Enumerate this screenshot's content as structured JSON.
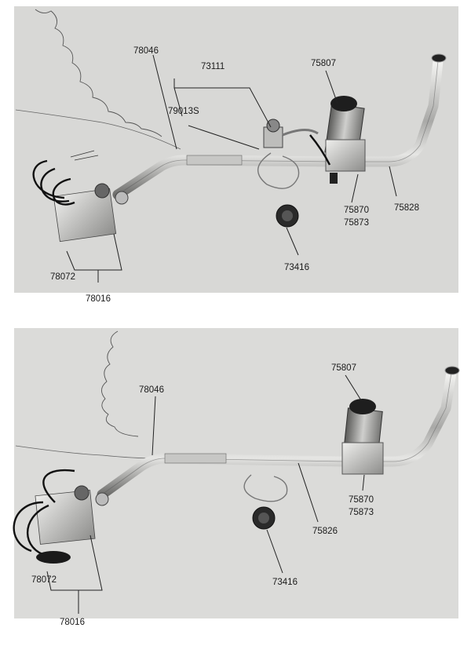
{
  "figure_top": {
    "labels": {
      "l78046": "78046",
      "l73111": "73111",
      "l75807": "75807",
      "l79013S": "79013S",
      "l75870": "75870",
      "l75873": "75873",
      "l75828": "75828",
      "l73416": "73416",
      "l78072": "78072",
      "l78016": "78016"
    }
  },
  "figure_bottom": {
    "labels": {
      "l75807": "75807",
      "l78046": "78046",
      "l75870": "75870",
      "l75873": "75873",
      "l75826": "75826",
      "l73416": "73416",
      "l78072": "78072",
      "l78016": "78016"
    }
  }
}
